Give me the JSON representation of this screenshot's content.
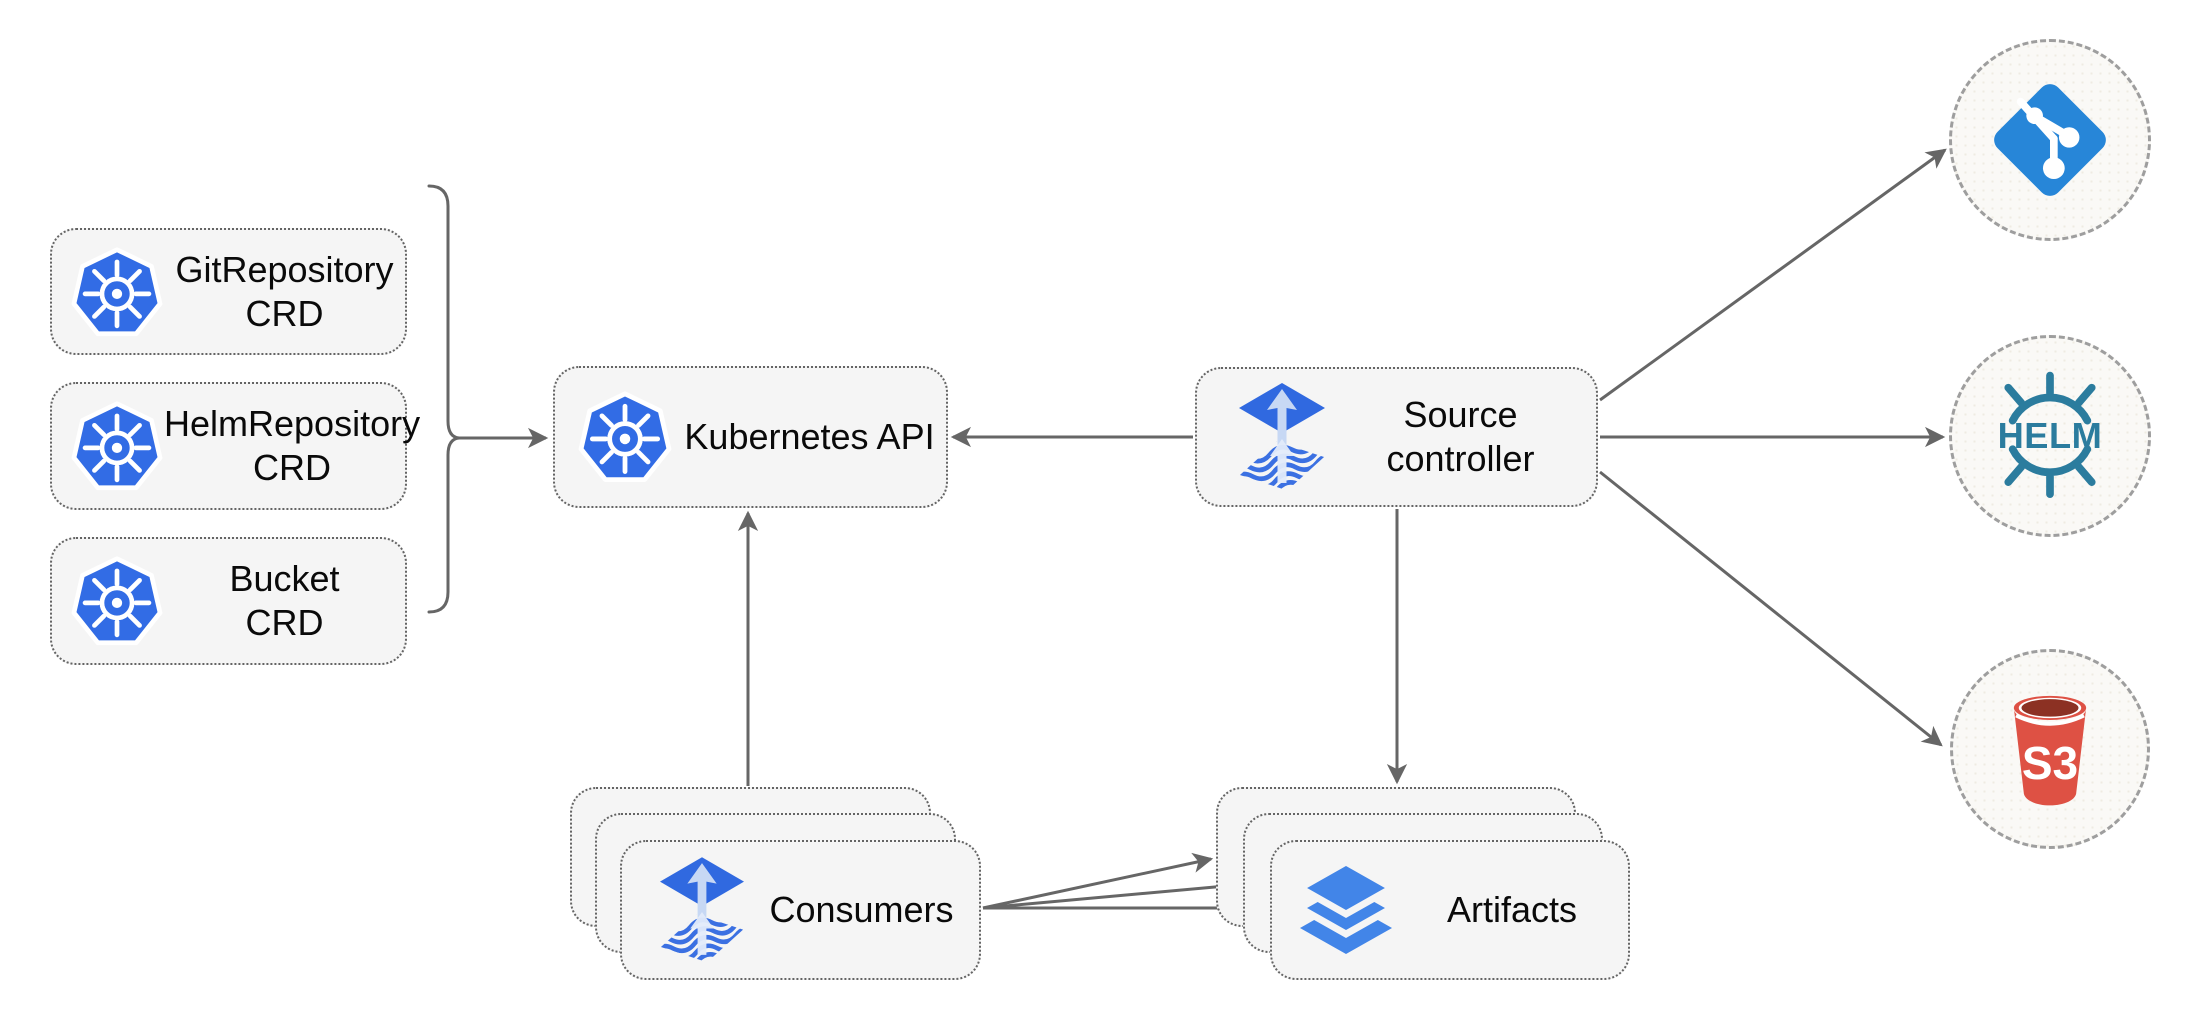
{
  "diagram": {
    "crd_boxes": [
      {
        "id": "gitrepository-crd",
        "label": "GitRepository\nCRD"
      },
      {
        "id": "helmrepository-crd",
        "label": "HelmRepository\nCRD"
      },
      {
        "id": "bucket-crd",
        "label": "Bucket\nCRD"
      }
    ],
    "kubernetes_api": {
      "label": "Kubernetes API"
    },
    "source_controller": {
      "label": "Source\ncontroller"
    },
    "consumers": {
      "label": "Consumers"
    },
    "artifacts": {
      "label": "Artifacts"
    },
    "external_targets": [
      {
        "id": "git",
        "icon": "git-icon",
        "label": ""
      },
      {
        "id": "helm",
        "icon": "helm-icon",
        "label": "HELM"
      },
      {
        "id": "s3",
        "icon": "s3-bucket-icon",
        "label": "S3"
      }
    ],
    "edges": [
      {
        "from": "crd-group-bracket",
        "to": "kubernetes-api"
      },
      {
        "from": "source-controller",
        "to": "kubernetes-api"
      },
      {
        "from": "consumers",
        "to": "kubernetes-api"
      },
      {
        "from": "source-controller",
        "to": "artifacts"
      },
      {
        "from": "source-controller",
        "to": "git"
      },
      {
        "from": "source-controller",
        "to": "helm"
      },
      {
        "from": "source-controller",
        "to": "s3"
      },
      {
        "from": "consumers",
        "to": "artifacts-back"
      },
      {
        "from": "consumers",
        "to": "artifacts-mid"
      },
      {
        "from": "consumers",
        "to": "artifacts-front"
      }
    ],
    "colors": {
      "kubernetes_blue": "#326CE5",
      "flux_blue": "#3069E0",
      "flux_arrow_light": "#C7D8F4",
      "git_blue": "#2786D8",
      "helm_teal": "#2B7C9E",
      "s3_red": "#DE5144",
      "s3_dark_red": "#8C3123",
      "layers_blue": "#4285E8",
      "connector_gray": "#666666",
      "node_fill": "#F5F5F5",
      "circle_fill": "#FAF9F6"
    }
  }
}
